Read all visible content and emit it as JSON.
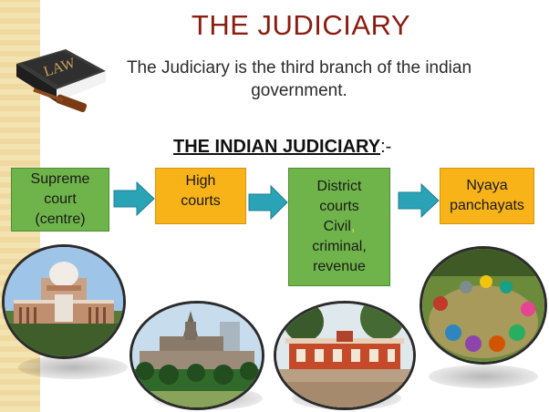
{
  "header": {
    "title": "THE JUDICIARY",
    "subtitle_line1": "The Judiciary is the third branch of the indian",
    "subtitle_line2": "government.",
    "section_heading": "THE INDIAN JUDICIARY",
    "section_heading_suffix": ":-",
    "book_label": "LAW"
  },
  "flow": [
    {
      "lines": [
        "Supreme",
        "court",
        "(centre)"
      ],
      "color": "#6fb44a"
    },
    {
      "lines": [
        "High",
        "courts"
      ],
      "color": "#f7b318"
    },
    {
      "lines": [
        "District",
        "courts",
        "Civil",
        "criminal,",
        "revenue"
      ],
      "color": "#6fb44a"
    },
    {
      "lines": [
        "Nyaya",
        "panchayats"
      ],
      "color": "#f7b318"
    }
  ],
  "district_civil_comma": ",",
  "photos": [
    "supreme-court-building",
    "high-court-building",
    "district-court-building",
    "village-panchayat-gathering"
  ]
}
